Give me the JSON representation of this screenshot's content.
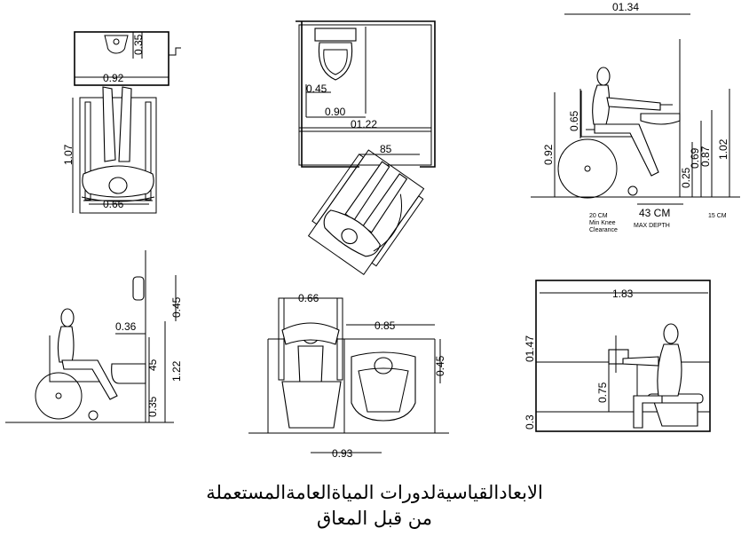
{
  "caption": {
    "line1": "الابعادالقياسيةلدورات المياةالعامةالمستعملة",
    "line2": "من قبل المعاق"
  },
  "panel_top_left": {
    "dim_width": "0.92",
    "dim_depth": "0.35",
    "dim_length": "1.07",
    "dim_wheel": "0.66"
  },
  "panel_top_center": {
    "dim_045": "0.45",
    "dim_090": "0.90",
    "dim_122": "01.22",
    "dim_85": "85"
  },
  "panel_top_right": {
    "dim_134": "01.34",
    "dim_092": "0.92",
    "dim_065": "0.65",
    "dim_025": "0.25",
    "dim_069": "0.69",
    "dim_087": "0.87",
    "dim_102": "1.02",
    "dim_43cm": "43 CM",
    "note_knee_1": "20 CM",
    "note_knee_2": "Min Knee",
    "note_knee_3": "Clearance",
    "note_15cm": "15 CM",
    "note_max_depth": "MAX DEPTH"
  },
  "panel_bottom_left": {
    "dim_036": "0.36",
    "dim_045": "0.45",
    "dim_45": "45",
    "dim_122": "1.22",
    "dim_035": "0.35"
  },
  "panel_bottom_center": {
    "dim_066": "0.66",
    "dim_085": "0.85",
    "dim_045": "0.45",
    "dim_093": "0.93"
  },
  "panel_bottom_right": {
    "dim_183": "1.83",
    "dim_147": "01.47",
    "dim_075": "0.75",
    "dim_03": "0.3"
  }
}
